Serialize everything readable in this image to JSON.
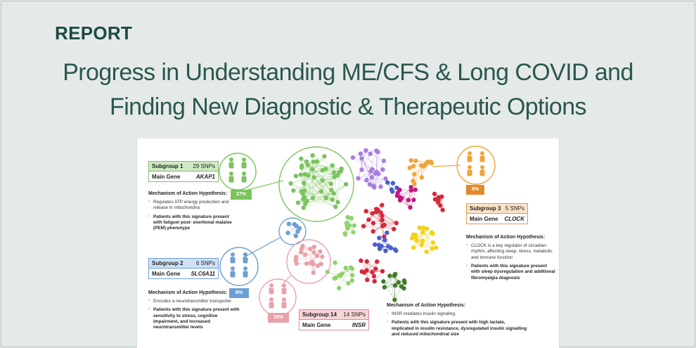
{
  "header": {
    "label": "REPORT",
    "title_line1": "Progress in Understanding ME/CFS & Long COVID and",
    "title_line2": "Finding New Diagnostic & Therapeutic Options"
  },
  "figure": {
    "subgroups": [
      {
        "name": "Subgroup 1",
        "snps": "29 SNPs",
        "gene_label": "Main Gene",
        "gene": "AKAP1",
        "percent": "27%",
        "color": "#7cc35f",
        "mechanism_head": "Mechanism of Action Hypothesis:",
        "bullets": [
          "Regulates ATP energy production and release in mitochondria"
        ],
        "bold_bullet": "Patients with this signature present with fatigue/ post- exertional malaise (PEM) phenotype"
      },
      {
        "name": "Subgroup 2",
        "snps": "6 SNPs",
        "gene_label": "Main Gene",
        "gene": "SLC6A11",
        "percent": "8%",
        "color": "#6d9fd4",
        "mechanism_head": "Mechanism of Action Hypothesis:",
        "bullets": [
          "Encodes a neurotransmitter transporter"
        ],
        "bold_bullet": "Patients with this signature present with sensitivity to stress, cognitive impairment, and increased neurotransmitter levels"
      },
      {
        "name": "Subgroup 3",
        "snps": "5 SNPs",
        "gene_label": "Main Gene",
        "gene": "CLOCK",
        "percent": "8%",
        "color": "#e08a2e",
        "mechanism_head": "Mechanism of Action Hypothesis:",
        "bullets": [
          "CLOCK is a key regulator of circadian rhythm, affecting sleep, stress, metabolic and immune function"
        ],
        "bold_bullet": "Patients with this signature present with sleep dysregulation and additional fibromyalgia diagnosis"
      },
      {
        "name": "Subgroup 14",
        "snps": "14 SNPs",
        "gene_label": "Main Gene",
        "gene": "INSR",
        "percent": "15%",
        "color": "#e8a1aa",
        "mechanism_head": "Mechanism of Action Hypothesis:",
        "bullets": [
          "INSR mediates insulin signaling."
        ],
        "bold_bullet": "Patients with this signature present with high lactate, implicated in insulin resistance, dysregulated insulin signalling and reduced mitochondrial size"
      }
    ],
    "network_colors": {
      "green": "#7cc35f",
      "purple": "#a97de0",
      "orange": "#f0a33a",
      "red": "#d6283a",
      "blue": "#6d9fd4",
      "pink": "#e8a1aa",
      "yellow": "#f2d21b",
      "lightgreen": "#8fd36c",
      "darkgreen": "#3f7d2a",
      "magenta": "#c2187f",
      "navy": "#4a5fc9"
    }
  }
}
